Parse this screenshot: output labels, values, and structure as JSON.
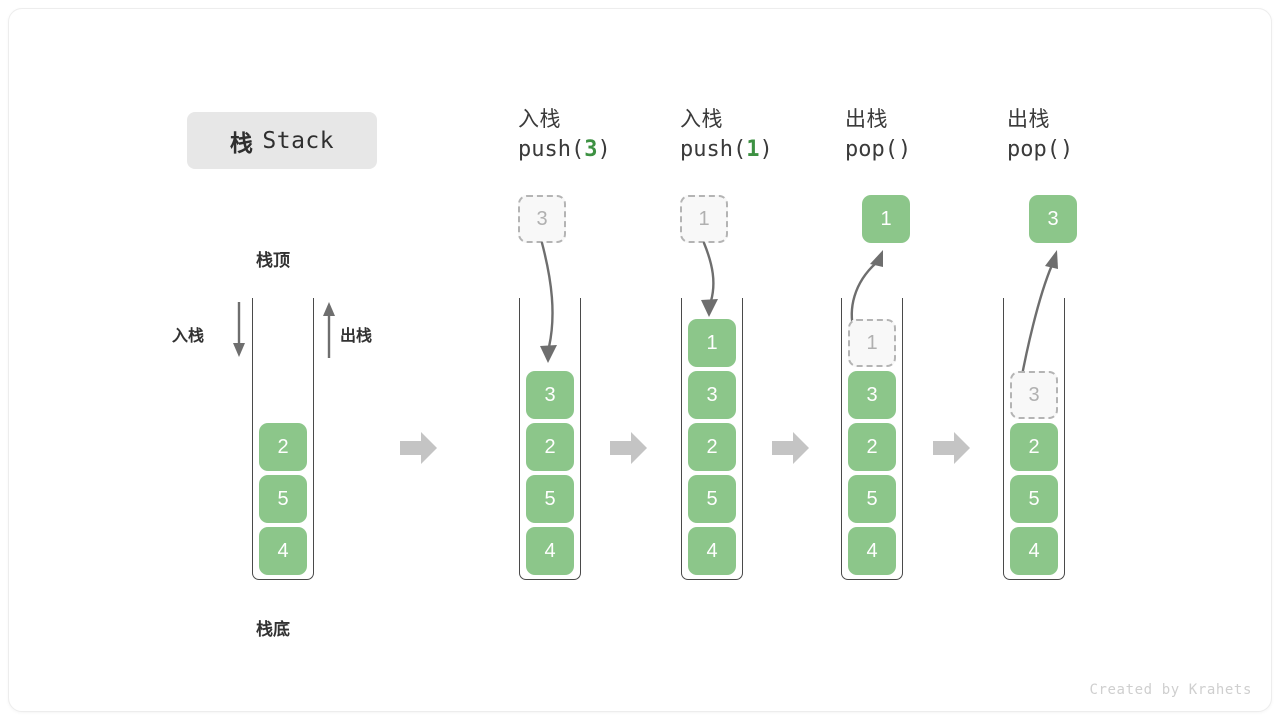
{
  "figure": {
    "title_cn": "栈",
    "title_en": "Stack",
    "credit": "Created by Krahets"
  },
  "legend_stack": {
    "top_label": "栈顶",
    "bottom_label": "栈底",
    "push_label": "入栈",
    "pop_label": "出栈",
    "values": [
      "2",
      "5",
      "4"
    ]
  },
  "colors": {
    "cell_fill": "#8cc68a",
    "cell_text": "#ffffff",
    "ghost_fill": "#f8f8f8",
    "ghost_border": "#b4b4b4",
    "ghost_text": "#b0b0b0",
    "accent_number": "#3d9142",
    "arrow_gray": "#6e6e6e",
    "block_arrow": "#c4c4c4",
    "badge_bg": "#e7e7e7",
    "text_dark": "#333333"
  },
  "steps": [
    {
      "id": "push-3",
      "op_label": "入栈",
      "call_prefix": "push(",
      "call_value": "3",
      "call_suffix": ")",
      "kind": "push",
      "floating_value": "3",
      "floating_state": "ghost",
      "stack_values": [
        "3",
        "2",
        "5",
        "4"
      ],
      "ghost_in_stack": null
    },
    {
      "id": "push-1",
      "op_label": "入栈",
      "call_prefix": "push(",
      "call_value": "1",
      "call_suffix": ")",
      "kind": "push",
      "floating_value": "1",
      "floating_state": "ghost",
      "stack_values": [
        "1",
        "3",
        "2",
        "5",
        "4"
      ],
      "ghost_in_stack": null
    },
    {
      "id": "pop-1",
      "op_label": "出栈",
      "call_prefix": "pop(",
      "call_value": "",
      "call_suffix": ")",
      "kind": "pop",
      "floating_value": "1",
      "floating_state": "filled",
      "stack_values": [
        "3",
        "2",
        "5",
        "4"
      ],
      "ghost_in_stack": "1"
    },
    {
      "id": "pop-3",
      "op_label": "出栈",
      "call_prefix": "pop(",
      "call_value": "",
      "call_suffix": ")",
      "kind": "pop",
      "floating_value": "3",
      "floating_state": "filled",
      "stack_values": [
        "2",
        "5",
        "4"
      ],
      "ghost_in_stack": "3"
    }
  ],
  "separators": [
    "→",
    "→",
    "→",
    "→"
  ],
  "chart_data": {
    "type": "diagram",
    "title": "栈 Stack",
    "description": "Stack push/pop operation sequence",
    "initial_stack_top_to_bottom": [
      "2",
      "5",
      "4"
    ],
    "operations": [
      {
        "op": "push",
        "arg": "3",
        "result_top_to_bottom": [
          "3",
          "2",
          "5",
          "4"
        ]
      },
      {
        "op": "push",
        "arg": "1",
        "result_top_to_bottom": [
          "1",
          "3",
          "2",
          "5",
          "4"
        ]
      },
      {
        "op": "pop",
        "arg": "",
        "removed": "1",
        "result_top_to_bottom": [
          "3",
          "2",
          "5",
          "4"
        ]
      },
      {
        "op": "pop",
        "arg": "",
        "removed": "3",
        "result_top_to_bottom": [
          "2",
          "5",
          "4"
        ]
      }
    ]
  }
}
